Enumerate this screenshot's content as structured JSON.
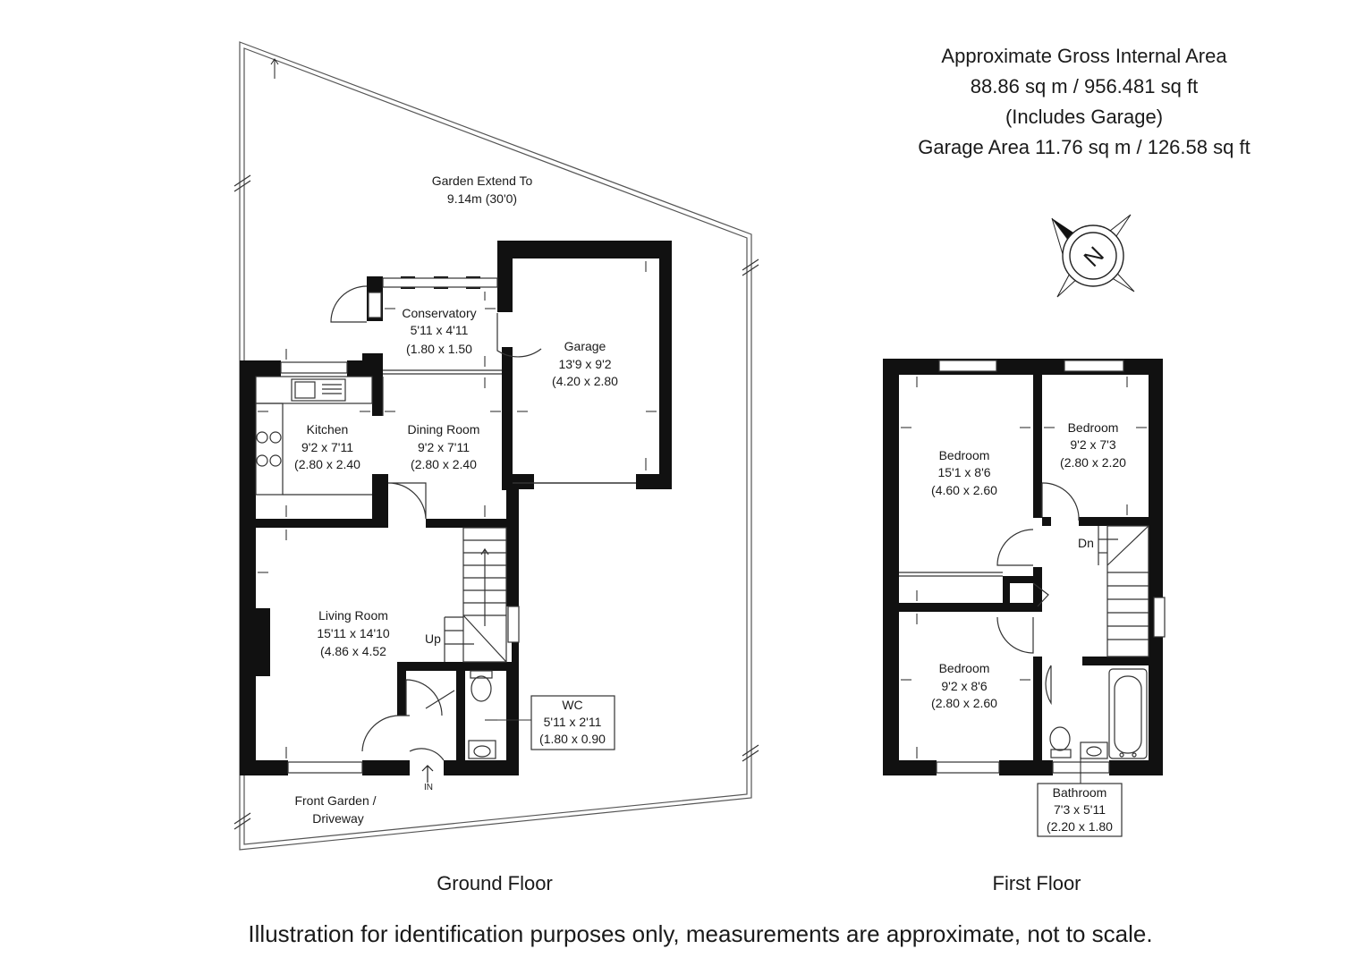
{
  "area": {
    "line1": "Approximate Gross Internal Area",
    "line2": "88.86 sq m / 956.481 sq ft",
    "line3": "(Includes Garage)",
    "line4": "Garage Area 11.76 sq m / 126.58 sq ft"
  },
  "compass": {
    "letter": "N",
    "icon": "compass-north-icon"
  },
  "garden": {
    "name": "Garden Extend To",
    "size": "9.14m (30'0)"
  },
  "front_garden": {
    "line1": "Front Garden /",
    "line2": "Driveway"
  },
  "rooms": {
    "conservatory": {
      "name": "Conservatory",
      "imperial": "5'11 x 4'11",
      "metric": "(1.80 x 1.50"
    },
    "garage": {
      "name": "Garage",
      "imperial": "13'9 x 9'2",
      "metric": "(4.20 x 2.80"
    },
    "kitchen": {
      "name": "Kitchen",
      "imperial": "9'2 x 7'11",
      "metric": "(2.80 x 2.40"
    },
    "dining": {
      "name": "Dining Room",
      "imperial": "9'2 x 7'11",
      "metric": "(2.80 x 2.40"
    },
    "living": {
      "name": "Living Room",
      "imperial": "15'11 x 14'10",
      "metric": "(4.86 x 4.52"
    },
    "wc": {
      "name": "WC",
      "imperial": "5'11 x 2'11",
      "metric": "(1.80 x 0.90"
    },
    "bed1": {
      "name": "Bedroom",
      "imperial": "15'1 x 8'6",
      "metric": "(4.60 x 2.60"
    },
    "bed2": {
      "name": "Bedroom",
      "imperial": "9'2 x 7'3",
      "metric": "(2.80 x 2.20"
    },
    "bed3": {
      "name": "Bedroom",
      "imperial": "9'2 x 8'6",
      "metric": "(2.80 x 2.60"
    },
    "bathroom": {
      "name": "Bathroom",
      "imperial": "7'3 x 5'11",
      "metric": "(2.20 x 1.80"
    }
  },
  "stairs": {
    "up": "Up",
    "down": "Dn",
    "entrance": "IN"
  },
  "floors": {
    "ground": "Ground Floor",
    "first": "First Floor"
  },
  "disclaimer": "Illustration for identification purposes only, measurements are approximate, not to scale."
}
